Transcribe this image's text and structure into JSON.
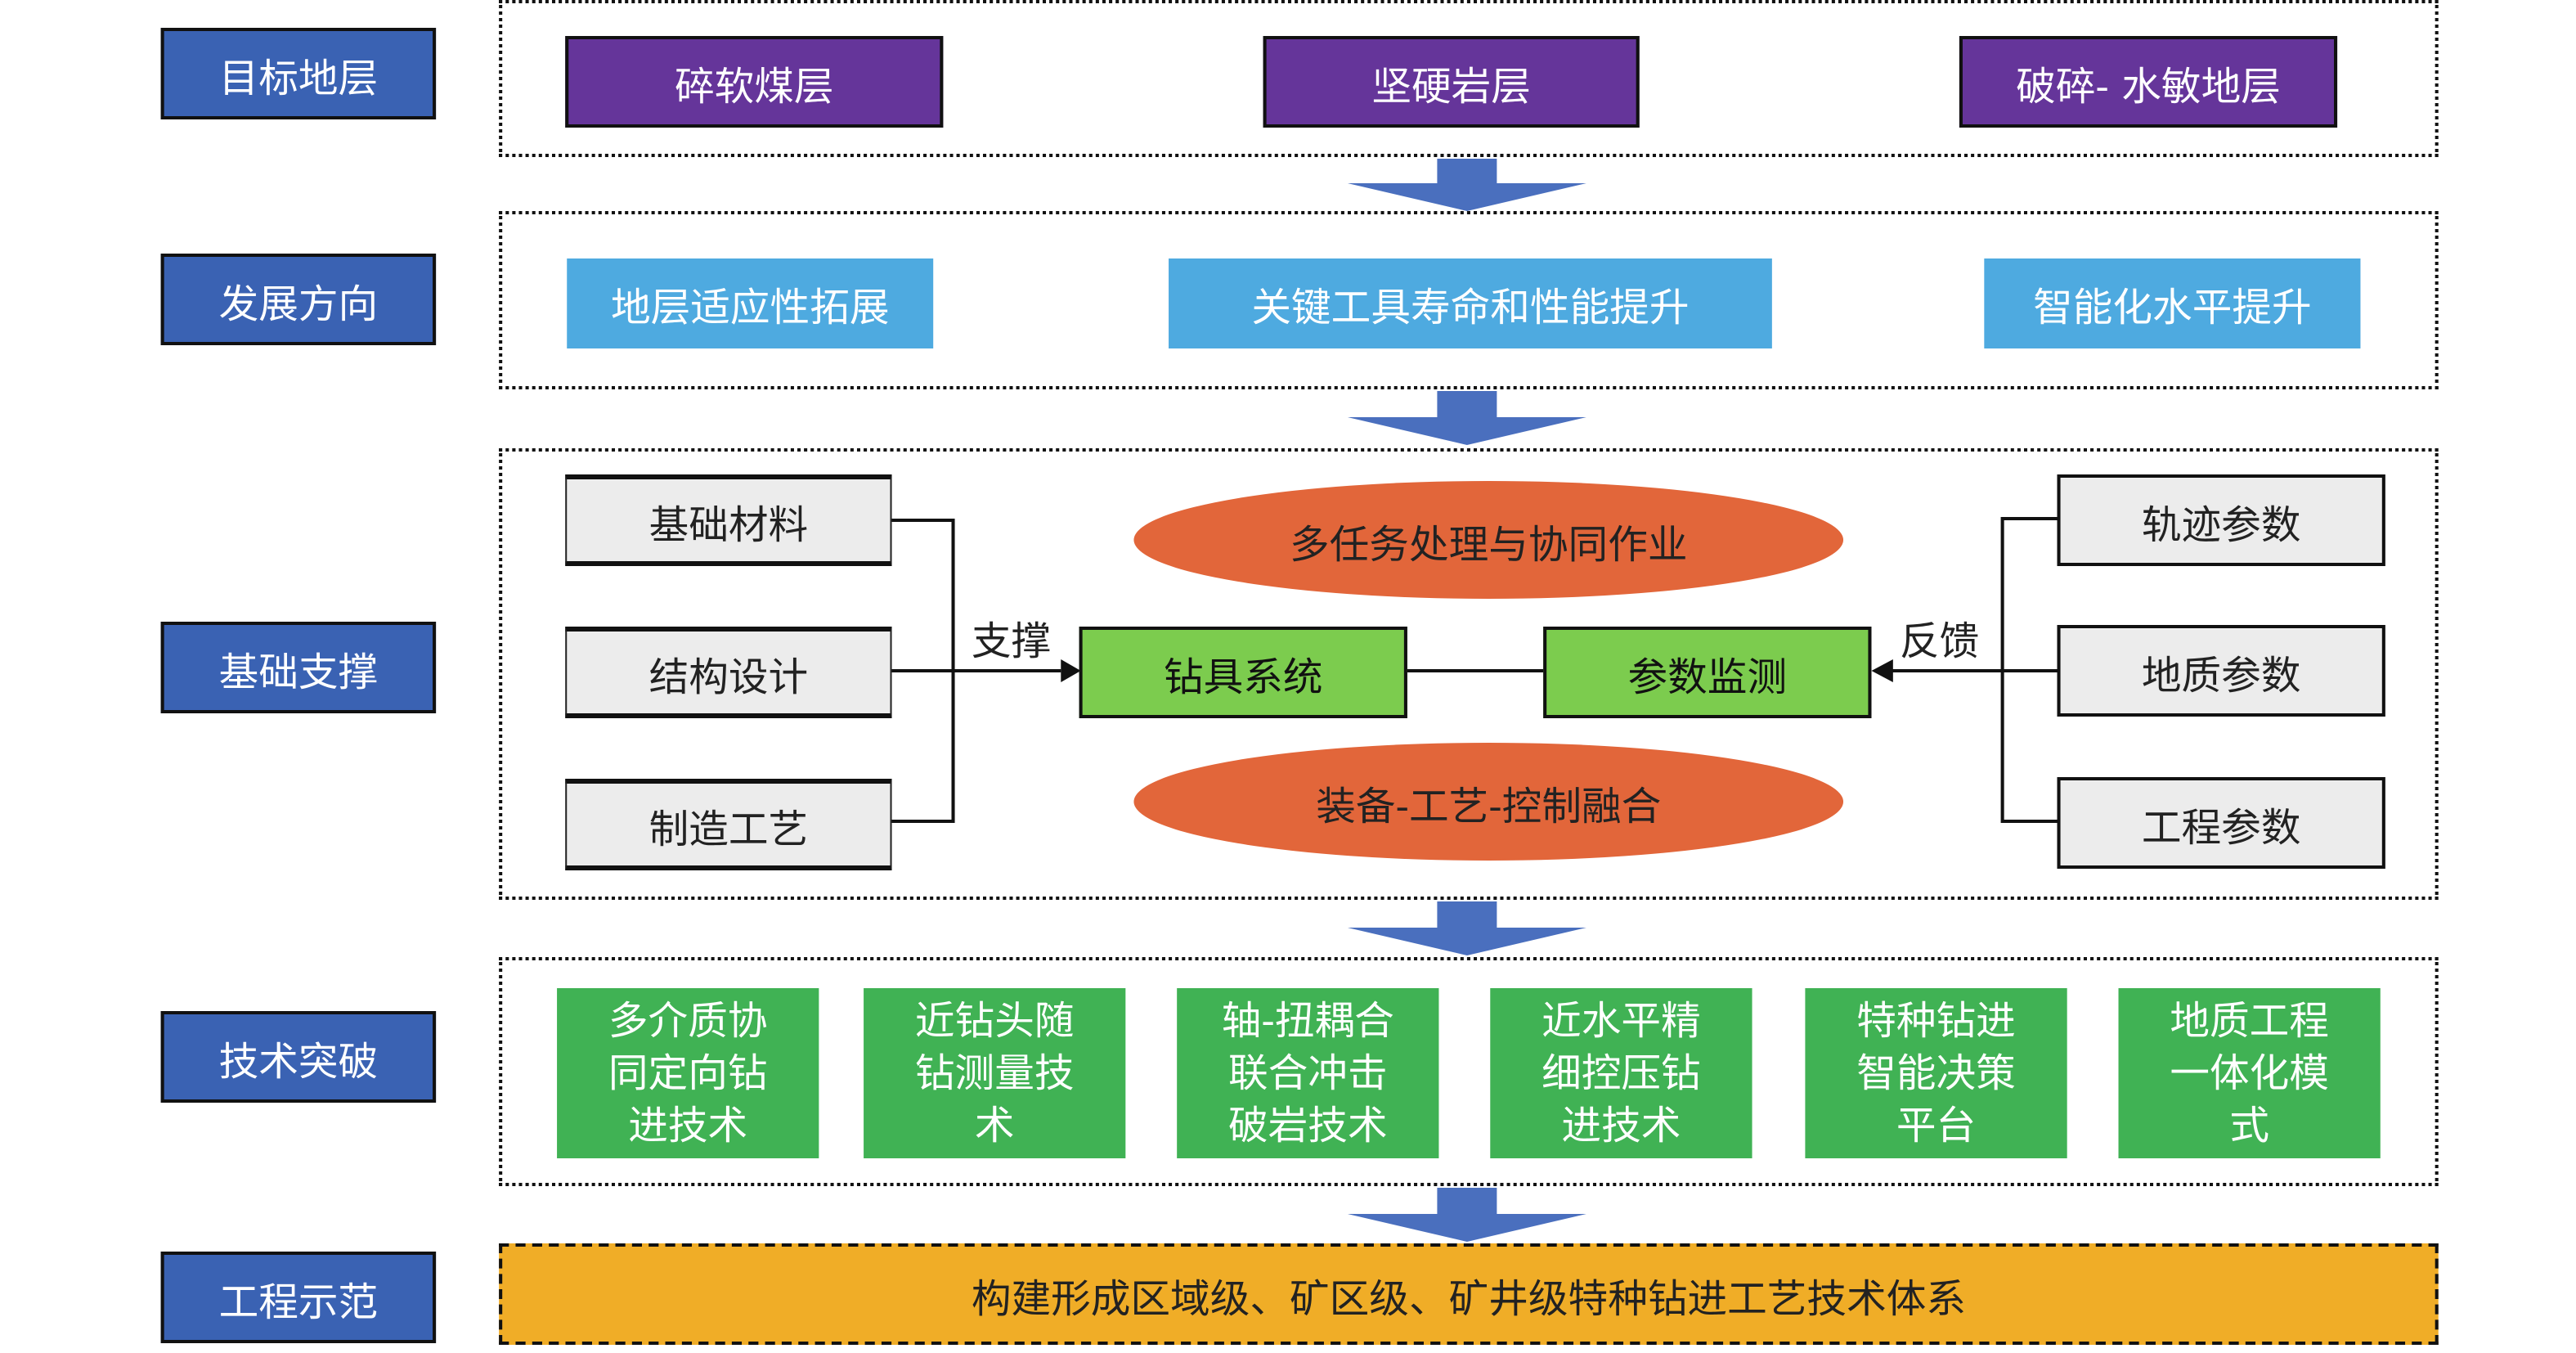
{
  "rows": {
    "target_strata": {
      "label": "目标地层",
      "items": [
        "碎软煤层",
        "坚硬岩层",
        "破碎- 水敏地层"
      ]
    },
    "development_direction": {
      "label": "发展方向",
      "items": [
        "地层适应性拓展",
        "关键工具寿命和性能提升",
        "智能化水平提升"
      ]
    },
    "foundation_support": {
      "label": "基础支撑",
      "left_items": [
        "基础材料",
        "结构设计",
        "制造工艺"
      ],
      "right_items": [
        "轨迹参数",
        "地质参数",
        "工程参数"
      ],
      "support_label": "支撑",
      "feedback_label": "反馈",
      "drill_system": "钻具系统",
      "parameter_monitoring": "参数监测",
      "oval_top": "多任务处理与协同作业",
      "oval_bottom": "装备-工艺-控制融合"
    },
    "tech_breakthrough": {
      "label": "技术突破",
      "items": [
        [
          "多介质协",
          "同定向钻",
          "进技术"
        ],
        [
          "近钻头随",
          "钻测量技",
          "术"
        ],
        [
          "轴-扭耦合",
          "联合冲击",
          "破岩技术"
        ],
        [
          "近水平精",
          "细控压钻",
          "进技术"
        ],
        [
          "特种钻进",
          "智能决策",
          "平台"
        ],
        [
          "地质工程",
          "一体化模",
          "式"
        ]
      ]
    },
    "engineering_demo": {
      "label": "工程示范",
      "content": "构建形成区域级、矿区级、矿井级特种钻进工艺技术体系"
    }
  },
  "colors": {
    "label_blue": "#3a62b3",
    "strata_purple": "#65359a",
    "direction_sky": "#4eaae0",
    "system_green": "#7ccc4e",
    "oval_orange": "#e2663a",
    "tech_green": "#40b254",
    "demo_orange": "#f0ad27",
    "arrow_blue": "#4a6fbe"
  }
}
